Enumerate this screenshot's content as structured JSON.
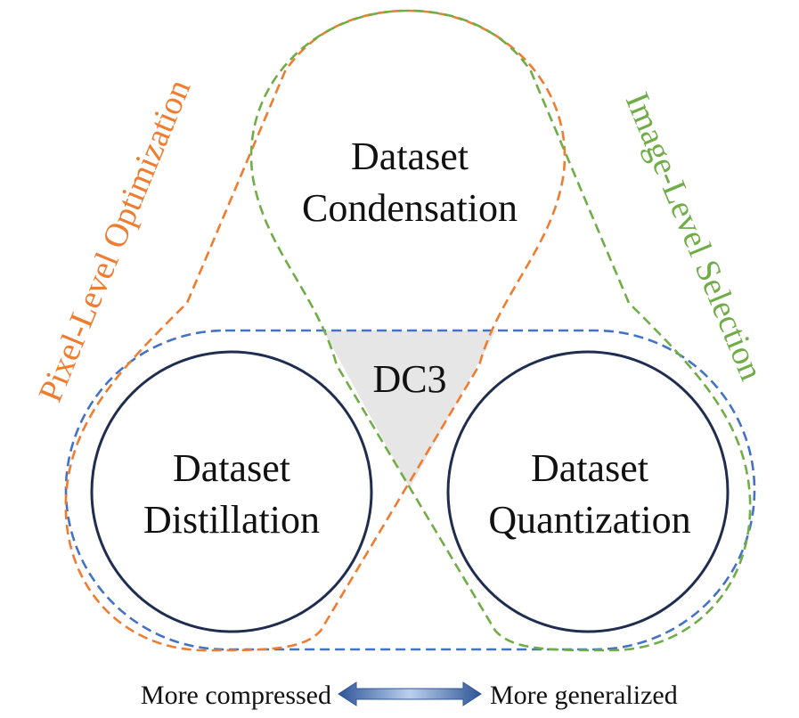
{
  "regions": {
    "condensation": {
      "line1": "Dataset",
      "line2": "Condensation"
    },
    "distillation": {
      "line1": "Dataset",
      "line2": "Distillation"
    },
    "quantization": {
      "line1": "Dataset",
      "line2": "Quantization"
    },
    "intersection": {
      "label": "DC3"
    }
  },
  "side_labels": {
    "pixel_level": "Pixel-Level Optimization",
    "image_level": "Image-Level Selection"
  },
  "bottom": {
    "left": "More compressed",
    "right": "More generalized"
  },
  "colors": {
    "orange": "#ee7d31",
    "green": "#70ad47",
    "blue": "#4472c4",
    "navy": "#1f2d50",
    "shade": "#e6e6e6",
    "arrow_dark": "#2f5597",
    "arrow_light": "#bcd0ee"
  }
}
